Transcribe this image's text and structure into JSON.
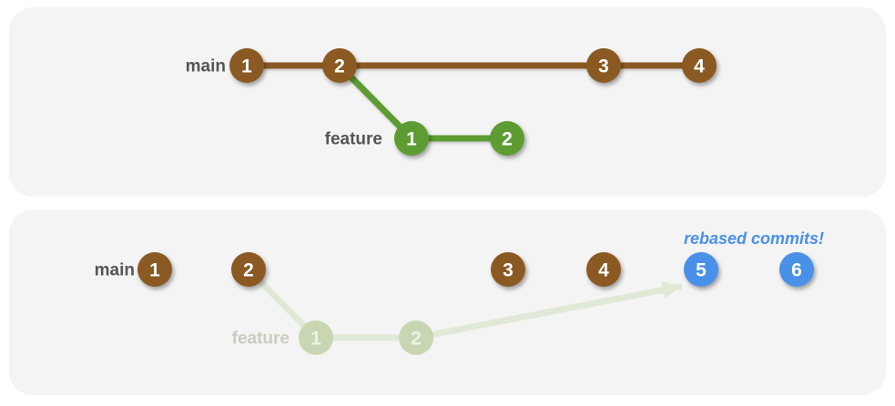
{
  "diagram": {
    "before": {
      "main_label": "main",
      "feature_label": "feature",
      "main_commits": [
        "1",
        "2",
        "3",
        "4"
      ],
      "feature_commits": [
        "1",
        "2"
      ]
    },
    "after": {
      "main_label": "main",
      "feature_label": "feature",
      "annotation": "rebased commits!",
      "main_commits": [
        "1",
        "2",
        "3",
        "4"
      ],
      "rebased_commits": [
        "5",
        "6"
      ],
      "feature_commits": [
        "1",
        "2"
      ]
    },
    "colors": {
      "main_branch_brown": "#8a5a24",
      "feature_branch_green": "#5d9c30",
      "rebased_blue": "#4a90e8",
      "faded_node_green": "#c8d7b2",
      "faded_line_green": "#e0e9d6",
      "faded_label_gray": "#c8cdbf",
      "branch_label_gray": "#555555",
      "panel_background": "#f4f4f4",
      "page_background": "#ffffff"
    }
  }
}
